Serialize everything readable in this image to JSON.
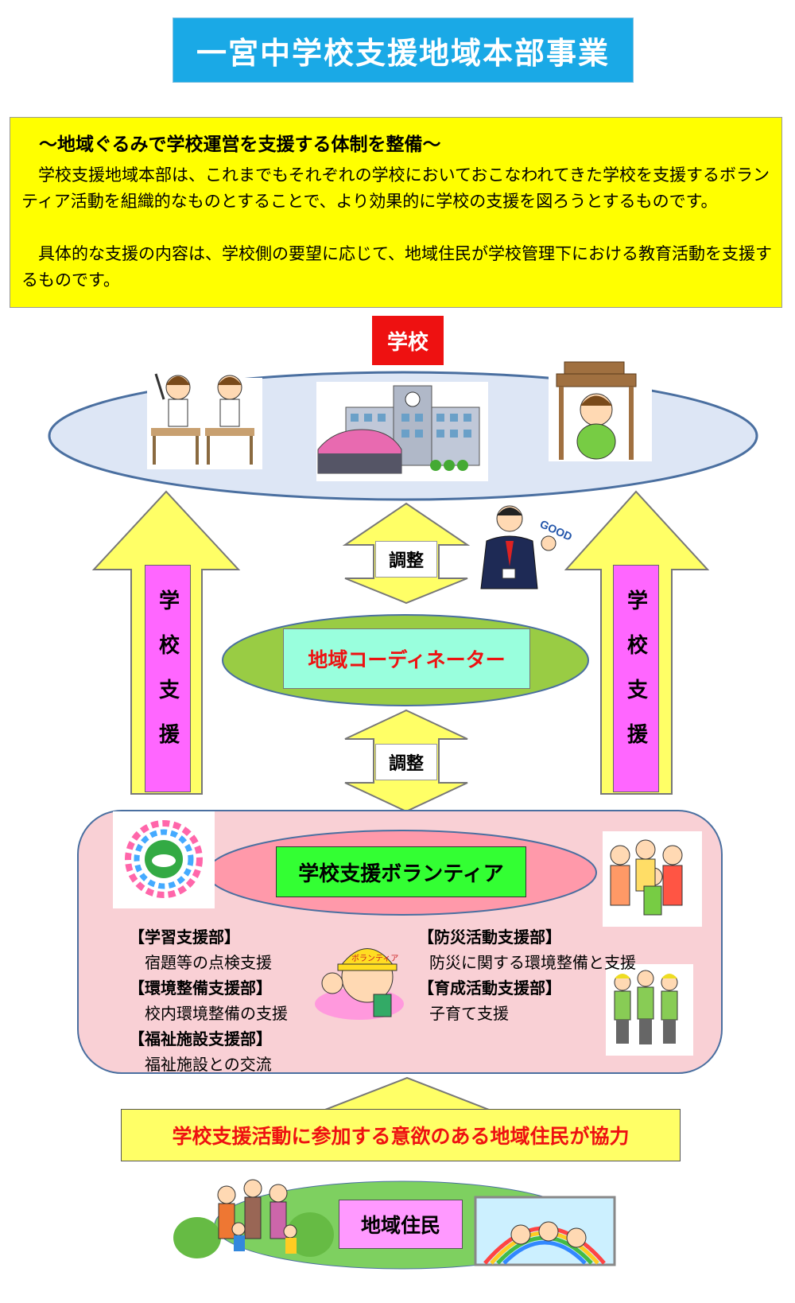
{
  "title": "一宮中学校支援地域本部事業",
  "intro": {
    "heading": "～地域ぐるみで学校運営を支援する体制を整備～",
    "para1": "学校支援地域本部は、これまでもそれぞれの学校においておこなわれてきた学校を支援するボランティア活動を組織的なものとすることで、より効果的に学校の支援を図ろうとするものです。",
    "para2": "具体的な支援の内容は、学校側の要望に応じて、地域住民が学校管理下における教育活動を支援するものです。"
  },
  "school_label": "学校",
  "adjust_top": "調整",
  "adjust_bottom": "調整",
  "coordinator_label": "地域コーディネーター",
  "good_sign": "GOOD",
  "support_left": "学校支援",
  "support_right": "学校支援",
  "volunteer_label": "学校支援ボランティア",
  "helmet_text": "ボランティア",
  "departments_left": [
    {
      "name": "【学習支援部】",
      "desc": "宿題等の点検支援"
    },
    {
      "name": "【環境整備支援部】",
      "desc": "校内環境整備の支援"
    },
    {
      "name": "【福祉施設支援部】",
      "desc": "福祉施設との交流"
    }
  ],
  "departments_right": [
    {
      "name": "【防災活動支援部】",
      "desc": "防災に関する環境整備と支援"
    },
    {
      "name": "【育成活動支援部】",
      "desc": "子育て支援"
    }
  ],
  "residents_banner": "学校支援活動に参加する意欲のある地域住民が協力",
  "residents_label": "地域住民",
  "colors": {
    "title_bg": "#1aa9e6",
    "intro_bg": "#ffff00",
    "school_label_bg": "#ee1111",
    "oval_school": "#dde6f5",
    "arrow_yellow": "#ffff66",
    "support_magenta": "#ff66ff",
    "coordinator_oval": "#99cc44",
    "coordinator_box": "#99ffdd",
    "volunteer_area": "#f9d0d5",
    "volunteer_box": "#33ff33",
    "residents_box": "#ff99ff",
    "red_text": "#ee1111"
  }
}
